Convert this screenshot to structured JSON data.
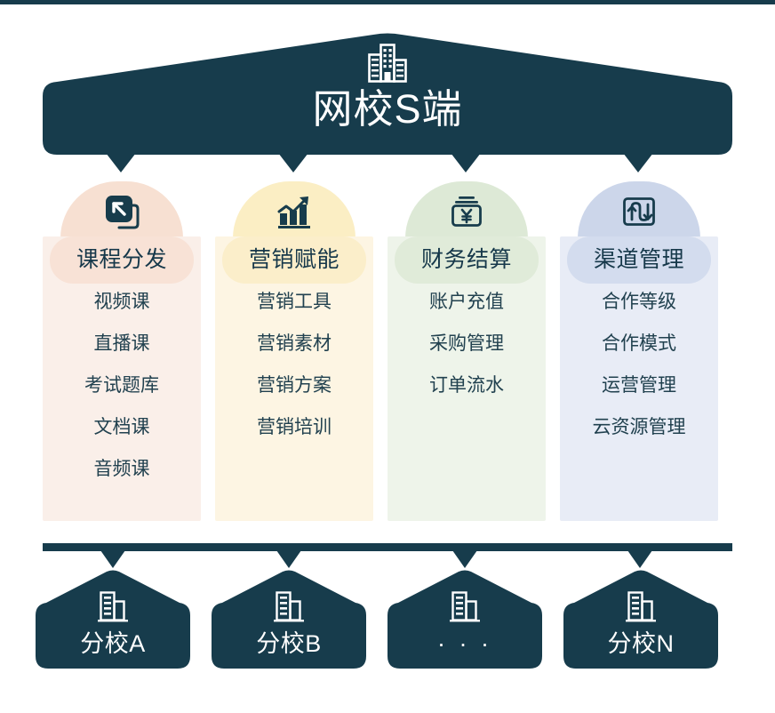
{
  "theme": {
    "dark": "#173c4c",
    "text_dark": "#16384a",
    "white": "#ffffff"
  },
  "header": {
    "title": "网校S端",
    "icon": "office-building-icon"
  },
  "columns": [
    {
      "id": "course-distribution",
      "title": "课程分发",
      "icon": "share-square-arrow-icon",
      "bubble_color": "#f7e0d2",
      "head_color": "#f8e2d6",
      "body_color": "#faefe9",
      "items": [
        "视频课",
        "直播课",
        "考试题库",
        "文档课",
        "音频课"
      ]
    },
    {
      "id": "marketing-enablement",
      "title": "营销赋能",
      "icon": "growth-bar-chart-icon",
      "bubble_color": "#fbeec4",
      "head_color": "#fbeeca",
      "body_color": "#fdf5e3",
      "items": [
        "营销工具",
        "营销素材",
        "营销方案",
        "营销培训"
      ]
    },
    {
      "id": "finance-settlement",
      "title": "财务结算",
      "icon": "money-box-yen-icon",
      "bubble_color": "#dde9d6",
      "head_color": "#e0ebd9",
      "body_color": "#eef4ea",
      "items": [
        "账户充值",
        "采购管理",
        "订单流水"
      ]
    },
    {
      "id": "channel-management",
      "title": "渠道管理",
      "icon": "channel-flow-arrows-icon",
      "bubble_color": "#ccd6ea",
      "head_color": "#d3dcee",
      "body_color": "#e8ecf6",
      "items": [
        "合作等级",
        "合作模式",
        "运营管理",
        "云资源管理"
      ]
    }
  ],
  "nodes": [
    {
      "id": "branch-a",
      "label": "分校A",
      "icon": "branch-building-icon",
      "is_dots": false
    },
    {
      "id": "branch-b",
      "label": "分校B",
      "icon": "branch-building-icon",
      "is_dots": false
    },
    {
      "id": "branch-more",
      "label": "· · ·",
      "icon": "branch-building-icon",
      "is_dots": true
    },
    {
      "id": "branch-n",
      "label": "分校N",
      "icon": "branch-building-icon",
      "is_dots": false
    }
  ]
}
